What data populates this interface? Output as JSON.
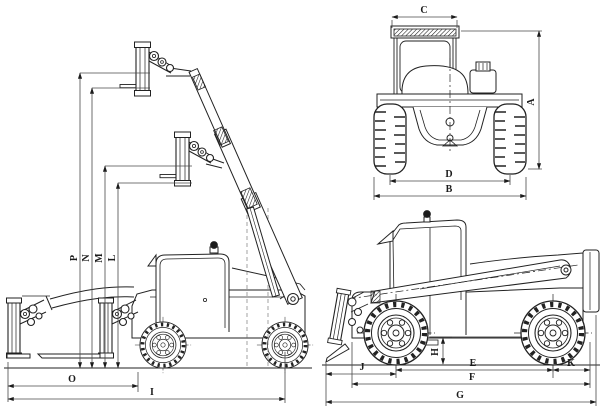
{
  "diagram": {
    "colors": {
      "machine_line": "#222222",
      "dim_line": "#4a4a4a",
      "background": "#ffffff"
    },
    "views": {
      "side_raised": {
        "dims": {
          "P": "P",
          "N": "N",
          "M": "M",
          "L": "L",
          "O": "O",
          "I": "I"
        }
      },
      "front": {
        "dims": {
          "C": "C",
          "A": "A",
          "D": "D",
          "B": "B"
        }
      },
      "side_transport": {
        "dims": {
          "J": "J",
          "H": "H",
          "E": "E",
          "K": "K",
          "F": "F",
          "G": "G"
        }
      }
    }
  }
}
